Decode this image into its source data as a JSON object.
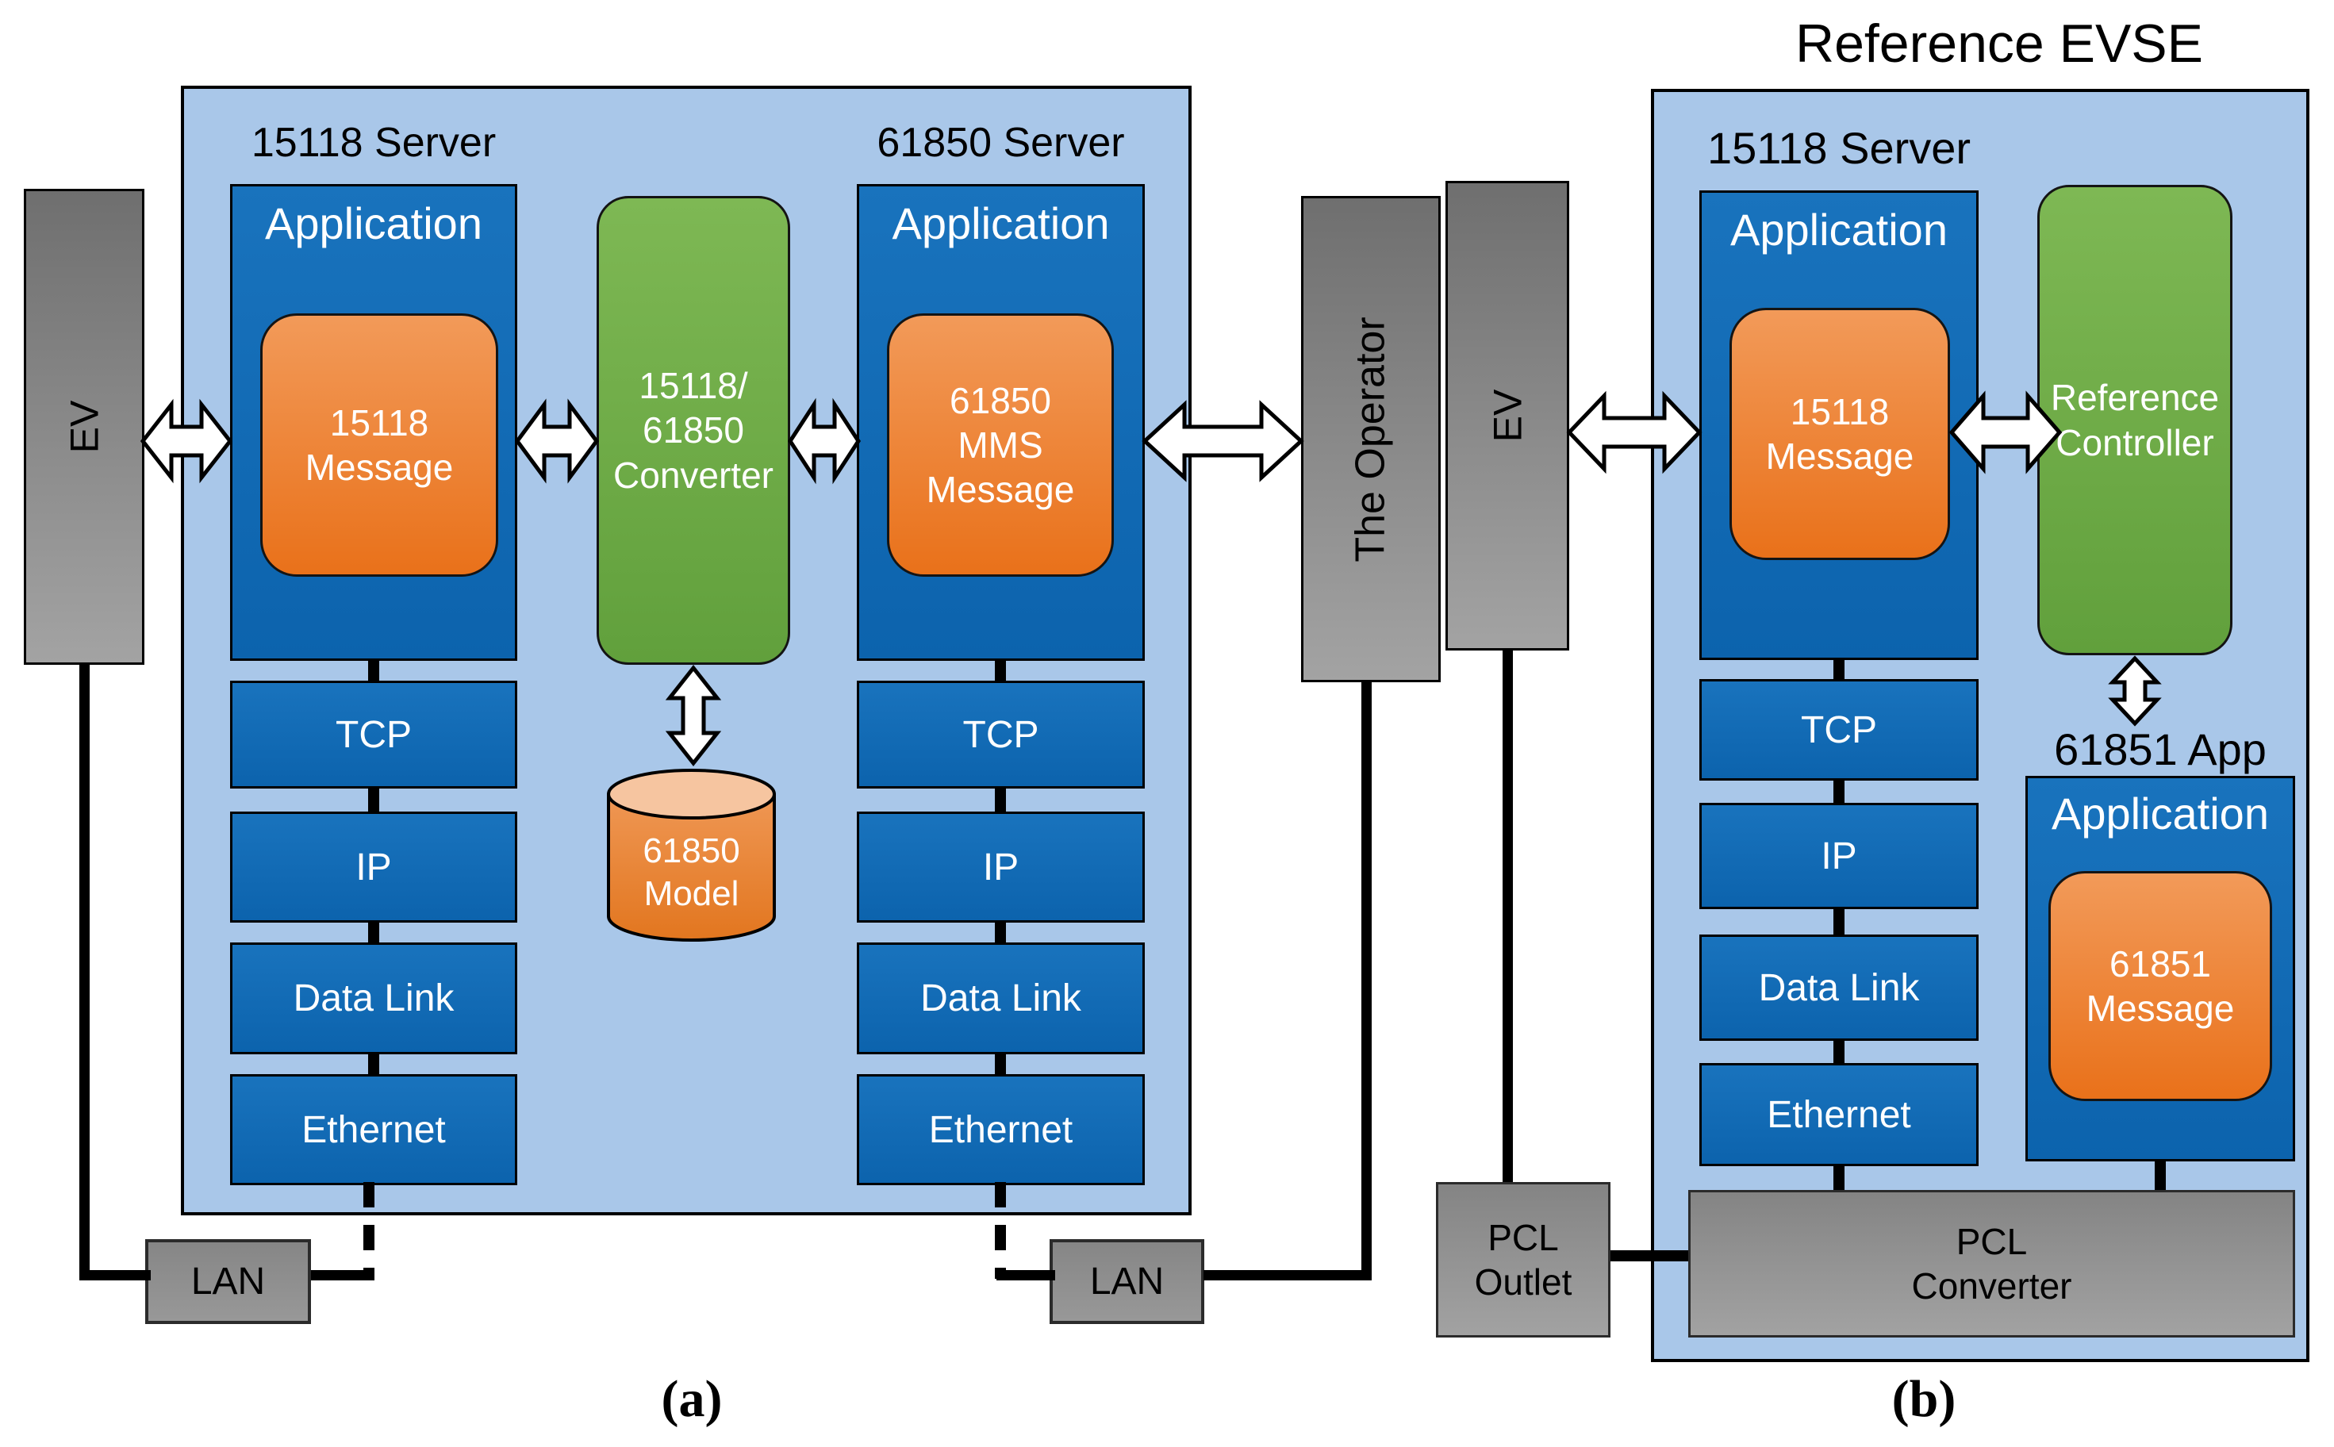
{
  "colors": {
    "panel_blue": "#a9c7e9",
    "box_blue": "#0e68b4",
    "box_orange": "#ec8336",
    "box_green": "#6fae49",
    "box_gray": "#8a8a8a",
    "line_black": "#000000",
    "text_white": "#ffffff",
    "text_black": "#000000"
  },
  "diagram_a": {
    "caption": "(a)",
    "server_left_title": "15118 Server",
    "server_right_title": "61850 Server",
    "app_label": "Application",
    "msg_left": "15118\nMessage",
    "msg_right": "61850\nMMS\nMessage",
    "converter": "15118/\n61850\nConverter",
    "model": "61850\nModel",
    "stack": [
      "TCP",
      "IP",
      "Data Link",
      "Ethernet"
    ],
    "ev": "EV",
    "operator": "The Operator",
    "lan_left": "LAN",
    "lan_right": "LAN"
  },
  "diagram_b": {
    "caption": "(b)",
    "title": "Reference EVSE",
    "server_title": "15118 Server",
    "app_label": "Application",
    "msg": "15118\nMessage",
    "controller": "Reference\nController",
    "app61851_title": "61851 App",
    "app61851_label": "Application",
    "msg61851": "61851\nMessage",
    "stack": [
      "TCP",
      "IP",
      "Data Link",
      "Ethernet"
    ],
    "ev": "EV",
    "pcl_outlet": "PCL\nOutlet",
    "pcl_converter": "PCL\nConverter"
  }
}
